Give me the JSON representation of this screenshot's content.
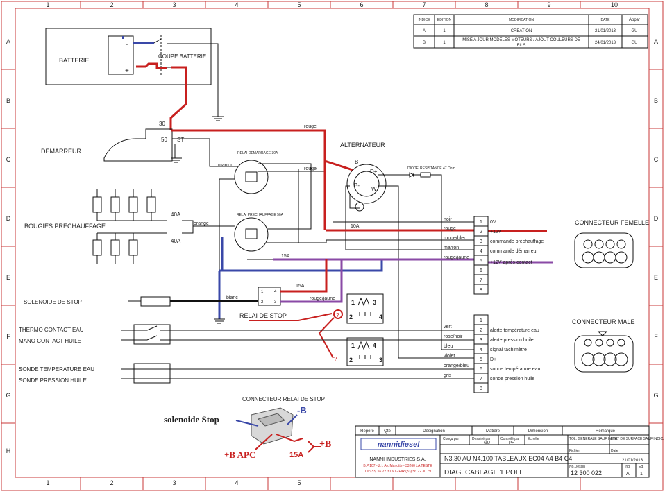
{
  "frame": {
    "cols": [
      "1",
      "2",
      "3",
      "4",
      "5",
      "6",
      "7",
      "8",
      "9",
      "10"
    ],
    "rows": [
      "A",
      "B",
      "C",
      "D",
      "E",
      "F",
      "G",
      "H"
    ]
  },
  "revisions": {
    "headers": [
      "INDICE",
      "EDITION",
      "MODIFICATION",
      "DATE",
      "Appar"
    ],
    "rows": [
      {
        "indice": "A",
        "edition": "1",
        "modification": "CREATION",
        "date": "21/01/2013",
        "by": "GU"
      },
      {
        "indice": "B",
        "edition": "1",
        "modification_l1": "MISE A JOUR MODELES MOTEURS / AJOUT COULEURS DE",
        "modification_l2": "FILS",
        "date": "24/01/2013",
        "by": "GU"
      }
    ]
  },
  "components": {
    "batterie": "BATTERIE",
    "coupe_batterie": "COUPE BATTERIE",
    "minus": "-",
    "plus": "+",
    "demarreur": "DEMARREUR",
    "term_30": "30",
    "term_50": "50",
    "term_st": "ST",
    "alternateur": "ALTERNATEUR",
    "alt_bplus": "B+",
    "alt_dplus": "D+",
    "alt_bminus": "B-",
    "alt_w": "W",
    "diode": "DIODE",
    "resistance": "RESISTANCE 47 Ohm",
    "relai_demarrage": "RELAI DEMARRAGE 30A",
    "relai_prechauffage": "RELAI PRECHAUFFAGE 50A",
    "bougies": "BOUGIES PRECHAUFFAGE",
    "fuse_40a_1": "40A",
    "fuse_40a_2": "40A",
    "fuse_10a": "10A",
    "fuse_15a_1": "15A",
    "fuse_15a_2": "15A",
    "solenoide": "SOLENOIDE DE STOP",
    "thermo": "THERMO CONTACT EAU",
    "mano": "MANO CONTACT HUILE",
    "sonde_temp": "SONDE TEMPERATURE EAU",
    "sonde_press": "SONDE PRESSION HUILE",
    "relai_stop": "RELAI DE STOP",
    "connecteur_relai": "CONNECTEUR RELAI DE STOP",
    "connecteur_femelle": "CONNECTEUR FEMELLE",
    "connecteur_male": "CONNECTEUR MALE",
    "relay_stop_pins": [
      "1",
      "2",
      "3",
      "4"
    ]
  },
  "wire_labels": {
    "rouge_top": "rouge",
    "rouge_mid": "rouge",
    "marron": "marron",
    "orange": "orange",
    "blanc": "blanc",
    "rouge_jaune": "rouge/jaune"
  },
  "relay_symbol_1": {
    "tl": "1",
    "tr": "3",
    "bl": "2",
    "br": "4"
  },
  "relay_symbol_2": {
    "tl": "1",
    "tr": "4",
    "bl": "2",
    "br": "3"
  },
  "connector1": [
    {
      "pin": "1",
      "wire": "noir",
      "func": "0V"
    },
    {
      "pin": "2",
      "wire": "rouge",
      "func": "+12V"
    },
    {
      "pin": "3",
      "wire": "rouge/bleu",
      "func": "commande préchauffage"
    },
    {
      "pin": "4",
      "wire": "marron",
      "func": "commande démarreur"
    },
    {
      "pin": "5",
      "wire": "rouge/jaune",
      "func": "+12V après contact"
    },
    {
      "pin": "6",
      "wire": "",
      "func": ""
    },
    {
      "pin": "7",
      "wire": "",
      "func": ""
    },
    {
      "pin": "8",
      "wire": "",
      "func": ""
    }
  ],
  "connector2": [
    {
      "pin": "1",
      "wire": "vert",
      "func": "alerte température eau"
    },
    {
      "pin": "2",
      "wire": "rose/noir",
      "func": "alerte pression huile"
    },
    {
      "pin": "3",
      "wire": "bleu",
      "func": "signal tachimètre"
    },
    {
      "pin": "4",
      "wire": "violet",
      "func": "D+"
    },
    {
      "pin": "5",
      "wire": "orange/bleu",
      "func": "sonde température eau"
    },
    {
      "pin": "6",
      "wire": "gris",
      "func": "sonde pression huile"
    },
    {
      "pin": "7",
      "wire": "",
      "func": ""
    },
    {
      "pin": "8",
      "wire": "",
      "func": ""
    }
  ],
  "annotations": {
    "solenoide_stop": "solenoide Stop",
    "minus_b": "-B",
    "plus_b_apc": "+B APC",
    "fuse_15a": "15A",
    "plus_b": "+B",
    "question": "?"
  },
  "title_block": {
    "repere": "Repère",
    "qte": "Qté",
    "designation": "Désignation",
    "matiere": "Matière",
    "dimension": "Dimension",
    "remarque": "Remarque",
    "company_logo": "nannidiesel",
    "company": "NANNI INDUSTRIES S.A.",
    "address": "B.P.107 - Z.I. Av. Mariotte - 33260 LA TESTE",
    "phone": "Tél:(33) 56 22 30 60 - Fax:(33) 56 22 30 79",
    "concu_par": "Conçu par",
    "dessine_par": "Dessiné par",
    "dessine_val": "GU",
    "controle_par": "Contrôlé par",
    "controle_val": "PH",
    "echelle": "Echelle",
    "tol": "TOL. GENERALE SAUF INDIC.",
    "etat": "ETAT DE SURFACE SAUF INDIC.",
    "fichier": "Fichier",
    "date_label": "Date",
    "date_val": "21/01/2013",
    "title_line1": "N3.30 AU N4.100 TABLEAUX EC04 A4 B4 C4",
    "title_line2": "DIAG. CABLAGE 1 POLE",
    "no_dessin_label": "No.Dessin",
    "no_dessin": "12 300 022",
    "ind_label": "Ind.",
    "ind": "A",
    "ed_label": "Ed.",
    "ed": "1"
  }
}
